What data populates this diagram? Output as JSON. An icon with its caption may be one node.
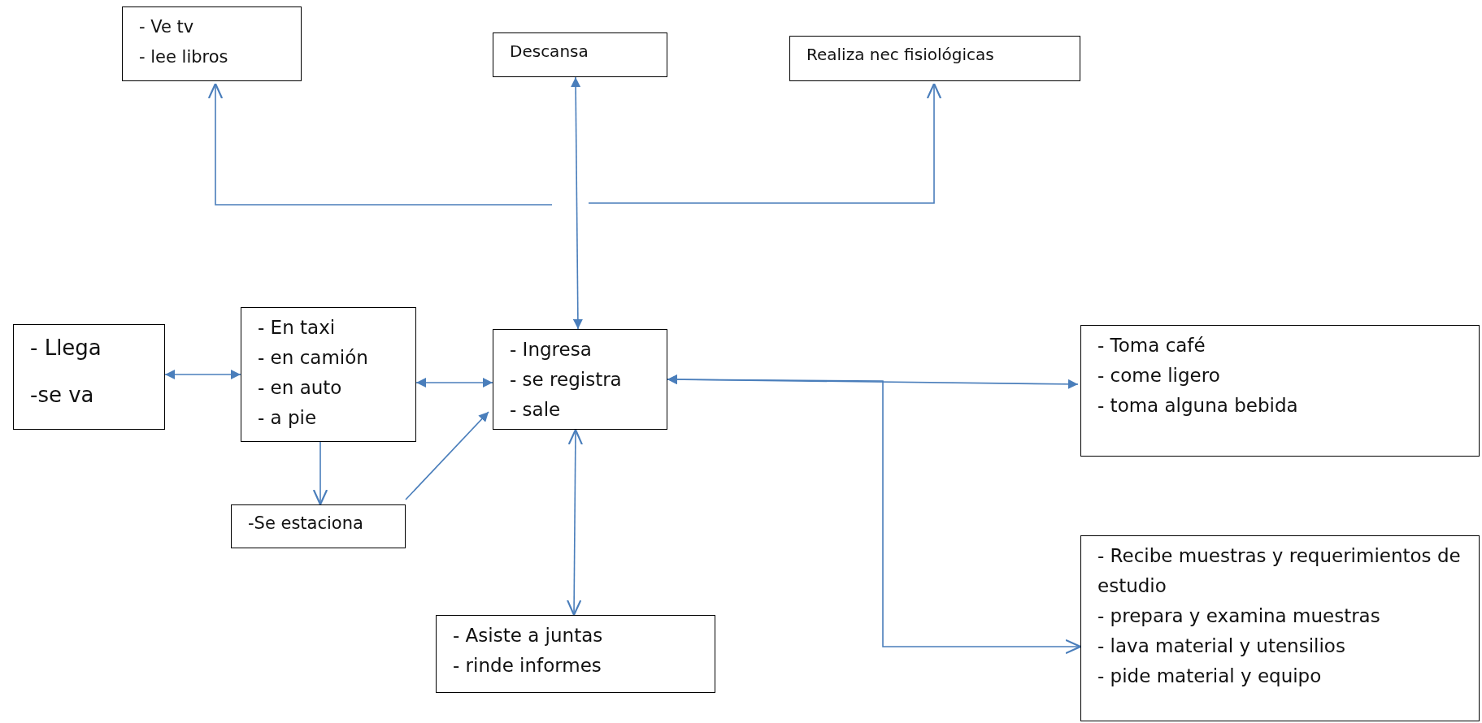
{
  "diagram": {
    "nodes": [
      {
        "text": [
          "- Ve tv",
          "- lee libros"
        ]
      },
      {
        "text": [
          "Descansa"
        ]
      },
      {
        "text": [
          "Realiza nec fisiológicas"
        ]
      },
      {
        "text": [
          "- Llega",
          "-se va"
        ]
      },
      {
        "text": [
          "- En taxi",
          "- en camión",
          "- en auto",
          "- a pie"
        ]
      },
      {
        "text": [
          "- Ingresa",
          "- se registra",
          "- sale"
        ]
      },
      {
        "text": [
          "- Toma café",
          "- come ligero",
          "- toma alguna bebida"
        ]
      },
      {
        "text": [
          "-Se estaciona"
        ]
      },
      {
        "text": [
          "- Asiste a juntas",
          "- rinde informes"
        ]
      },
      {
        "text": [
          "- Recibe muestras y requerimientos de estudio",
          "- prepara y examina muestras",
          "- lava material y utensilios",
          "- pide material y equipo"
        ]
      }
    ],
    "edges": [
      {
        "from": 3,
        "to": 4,
        "arrow": "both"
      },
      {
        "from": 4,
        "to": 5,
        "arrow": "both"
      },
      {
        "from": 4,
        "to": 7,
        "arrow": "to"
      },
      {
        "from": 7,
        "to": 5,
        "arrow": "to"
      },
      {
        "from": 5,
        "to": 1,
        "arrow": "both"
      },
      {
        "from": null,
        "to": 0,
        "arrow": "to"
      },
      {
        "from": null,
        "to": 2,
        "arrow": "to"
      },
      {
        "from": 5,
        "to": 6,
        "arrow": "both"
      },
      {
        "from": 5,
        "to": 9,
        "arrow": "both"
      },
      {
        "from": 5,
        "to": 8,
        "arrow": "both"
      }
    ]
  }
}
